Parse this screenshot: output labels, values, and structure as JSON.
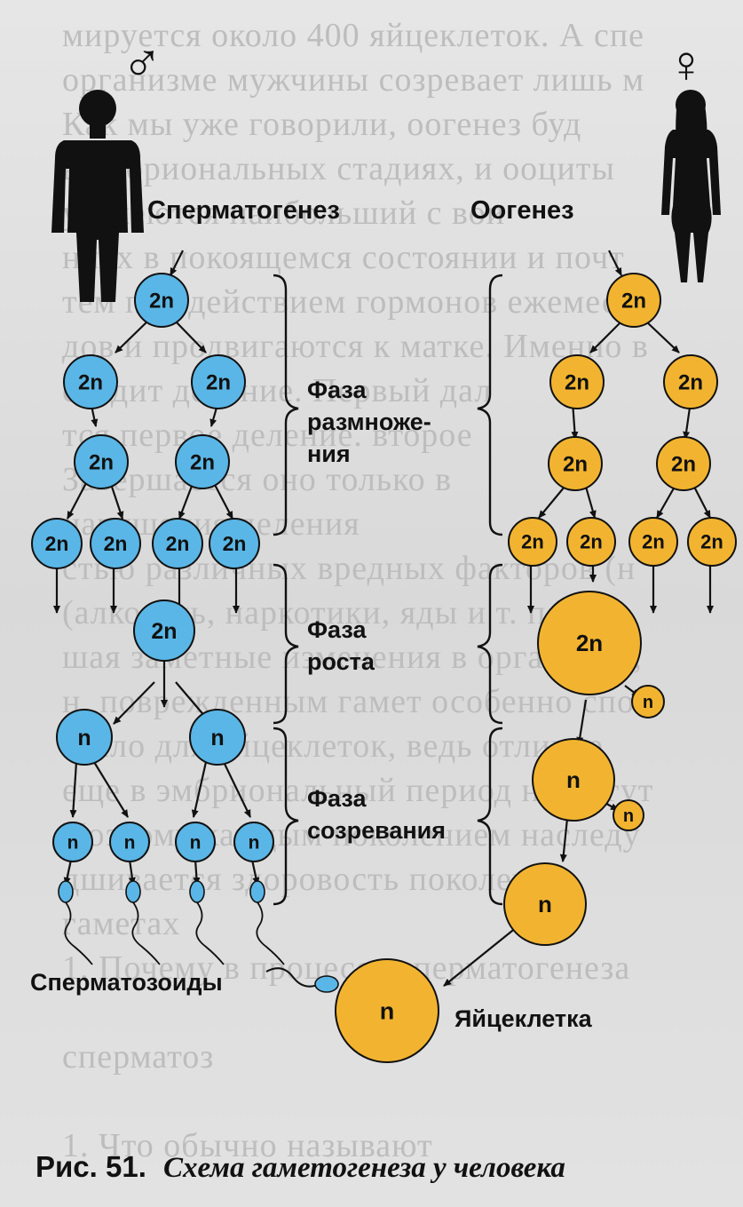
{
  "titles": {
    "spermatogenesis": "Сперматогенез",
    "oogenesis": "Оогенез"
  },
  "symbols": {
    "male": "♂",
    "female": "♀"
  },
  "phases": {
    "reproduction": [
      "Фаза",
      "размноже-",
      "ния"
    ],
    "growth": [
      "Фаза",
      "роста"
    ],
    "maturation": [
      "Фаза",
      "созревания"
    ]
  },
  "cells": {
    "diploid": "2n",
    "haploid": "n"
  },
  "labels": {
    "sperm": "Сперматозоиды",
    "egg": "Яйцеклетка"
  },
  "caption": {
    "prefix": "Рис. 51.",
    "text": "Схема гаметогенеза у человека"
  },
  "background_text": [
    "мируется около 400 яйцеклеток. А спе",
    "организме мужчины созревает лишь м",
    "Как мы уже говорили, оогенез буд",
    "в эмбриональных стадиях, и ооциты",
    "у имеются наибольший с вои",
    "ниях в покоящемся состоянии и почт",
    "тем под действием гормонов ежемесяч",
    "дов и продвигаются к матке. Именно в",
    "сходит деление. Первый дал",
    "тся первое деление. второе",
    "Завершается оно только в",
    "нарушения деления",
    "стью различных вредных факторов (н",
    "(алкоголь, наркотики, яды и т. п.)",
    "шая заметные изменения в организме,",
    "н. поврежденным гамет особенно спо",
    "стало для яйцеклеток, ведь отличие",
    "еще в эмбриональный период не могут",
    "Поэтому каждым поколением наследу",
    "дшивается здоровость поколения",
    "гаметах",
    "1. Почему в процессе сперматогенеза",
    "",
    "сперматоз",
    "",
    "1. Что обычно называют"
  ],
  "colors": {
    "blue_cell": "#5ab6e6",
    "yellow_cell": "#f2b430",
    "text": "#111111"
  },
  "icons": [
    "male-silhouette-icon",
    "female-silhouette-icon",
    "sperm-icon"
  ]
}
